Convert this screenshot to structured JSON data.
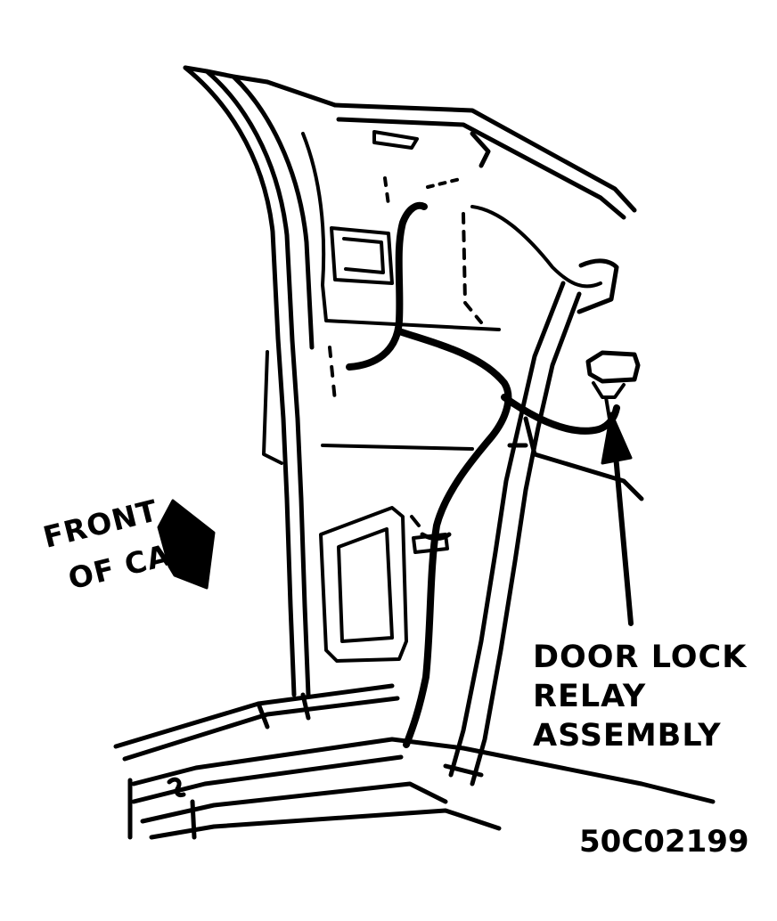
{
  "labels": {
    "front_of_car": [
      "FRONT",
      "OF CAR"
    ],
    "component": [
      "DOOR LOCK",
      "RELAY",
      "ASSEMBLY"
    ],
    "figure_code": "50C02199"
  },
  "colors": {
    "ink": "#000000",
    "paper": "#ffffff"
  }
}
